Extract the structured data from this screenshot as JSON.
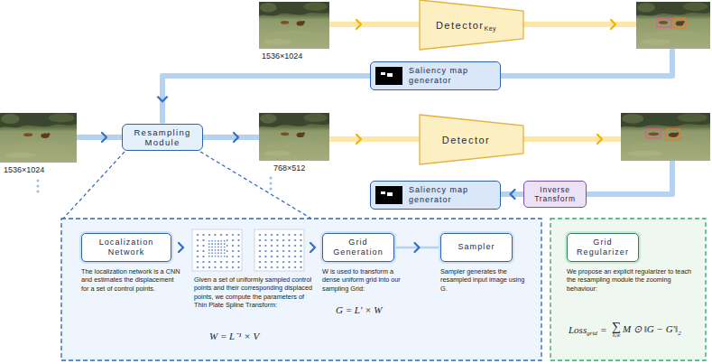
{
  "diagram": {
    "nodes": [
      {
        "text": [
          "Detector",
          "Key"
        ]
      },
      {
        "text": [
          "Saliency map generator"
        ]
      },
      {
        "text": [
          "Resampling Module"
        ]
      },
      {
        "text": [
          "Detector"
        ]
      },
      {
        "text": [
          "Saliency map generator"
        ]
      },
      {
        "text": [
          "Inverse Transform"
        ]
      },
      {
        "text": [
          "Localization Network"
        ]
      },
      {
        "text": [
          "Grid Generation"
        ]
      },
      {
        "text": [
          "Sampler"
        ]
      },
      {
        "text": [
          "Grid Regularizer"
        ]
      }
    ],
    "edges": [
      {
        "from": 1,
        "to": 2,
        "arrow": "to"
      },
      {
        "from": 5,
        "to": 4,
        "arrow": "to"
      },
      {
        "from": 7,
        "to": 8,
        "arrow": "to"
      }
    ],
    "labels": [
      "1536×1024",
      "1536×1024",
      "768×512",
      "The localization network is a CNN and estimates the displacement for a set of control points.",
      "Given a set of uniformly sampled control points and their corresponding displaced points, we compute the parameters of Thin Plate Spline Transform:",
      "W = L⁻¹ × V",
      "W is used to transform a dense uniform grid into our sampling Grid:",
      "G = L′ × W",
      "Sampler generates the resampled input image using G.",
      "We propose an explicit regularizer to teach the resampling module the zooming behaviour:",
      "Loss",
      "grid",
      "=",
      "∑",
      "h,w",
      "M ⊙ ‖G − G′‖",
      "2"
    ]
  }
}
